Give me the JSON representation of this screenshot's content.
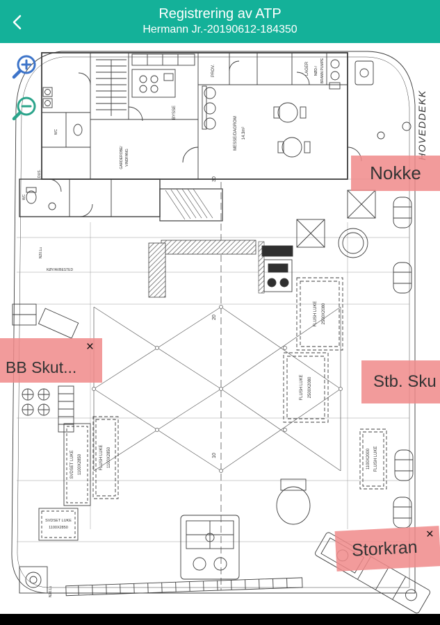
{
  "header": {
    "title": "Registrering av ATP",
    "subtitle": "Hermann Jr.-20190612-184350"
  },
  "theme": {
    "header_bg": "#14b199",
    "marker_bg": "#f08989",
    "zoom_in_color": "#3d74c9",
    "zoom_out_color": "#2ba48b",
    "nav_bar": "#000000"
  },
  "markers": {
    "close_glyph": "×",
    "nokke": {
      "label": "Nokke"
    },
    "bb_skut": {
      "label": "BB Skut..."
    },
    "stb_skut": {
      "label": "Stb. Sku"
    },
    "storkran": {
      "label": "Storkran"
    }
  },
  "drawing": {
    "deck_label": "HOVEDDEKK",
    "rooms": {
      "wc_upper": "WC",
      "wc_lower": "WC",
      "dus": "DUS.",
      "bysse": "BYSSE",
      "messe": "MESSE/DAGROM",
      "messe_area": "14.3m²",
      "prov": "PROV.",
      "lager": "LAGER",
      "pumpe_line1": "NØD-/",
      "pumpe_line2": "BRANN PUMPE",
      "garderobe_line1": "GARDEROBE/",
      "garderobe_line2": "VINDFANG",
      "koy": "KØY/AVBESTED"
    },
    "hatch_labels": {
      "flush_luke": "FLUSH LUKE",
      "svdset_luke": "SVDSET LUKE",
      "size_2500x2080": "2500X2080",
      "size_1100x2850": "1100X2850",
      "size_1100x2000": "1100X2000"
    },
    "frame_numbers": {
      "f30": "30",
      "f20": "20",
      "f10": "10"
    },
    "misc": {
      "n20": "N20.Lu"
    }
  }
}
